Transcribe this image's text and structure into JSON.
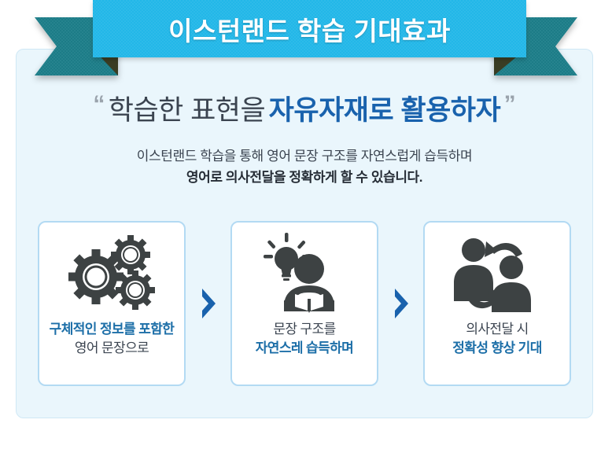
{
  "banner": {
    "title": "이스턴랜드 학습 기대효과",
    "ribbon_color": "#22b7e8",
    "ribbon_tail_color": "#1a7b87",
    "ribbon_fold_color": "#3a3d23"
  },
  "headline": {
    "quote_open": "“",
    "quote_close": "”",
    "plain": "학습한 표현을",
    "accent": "자유자재로 활용하자",
    "plain_color": "#3b4450",
    "accent_color": "#1962ad"
  },
  "subtitle": {
    "line1": "이스턴랜드 학습을 통해 영어 문장 구조를 자연스럽게 습득하며",
    "line2": "영어로 의사전달을 정확하게 할 수 있습니다."
  },
  "panel": {
    "background_color": "#eaf6fc",
    "border_color": "#cfe8f5"
  },
  "separator": {
    "glyph": "›",
    "color": "#1962ad"
  },
  "cards": [
    {
      "icon": "gears-icon",
      "line1": "구체적인 정보를 포함한",
      "line1_style": "accent",
      "line2": "영어 문장으로",
      "line2_style": "plain"
    },
    {
      "icon": "person-reading-lightbulb-icon",
      "line1": "문장 구조를",
      "line1_style": "plain",
      "line2": "자연스레 습득하며",
      "line2_style": "accent"
    },
    {
      "icon": "two-people-exchange-icon",
      "line1": "의사전달 시",
      "line1_style": "plain",
      "line2": "정확성 향상 기대",
      "line2_style": "accent"
    }
  ],
  "colors": {
    "icon": "#3d4243",
    "card_border": "#b3daf3",
    "card_accent": "#1d6fa8"
  }
}
